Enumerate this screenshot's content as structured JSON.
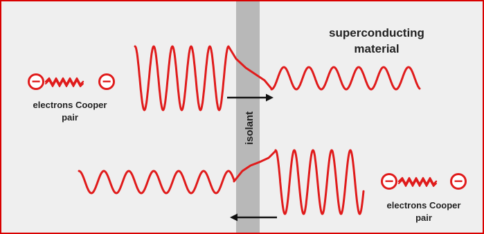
{
  "labels": {
    "material_line1": "superconducting",
    "material_line2": "material",
    "barrier": "isolant",
    "pair_top_line1": "electrons Cooper",
    "pair_top_line2": "pair",
    "pair_bottom_line1": "electrons Cooper",
    "pair_bottom_line2": "pair"
  },
  "symbols": {
    "electron": "−"
  },
  "colors": {
    "wave": "#e01b1b",
    "border": "#d90000",
    "background": "#efefef",
    "barrier": "#b8b8b8",
    "arrow": "#111111",
    "text": "#222222"
  }
}
